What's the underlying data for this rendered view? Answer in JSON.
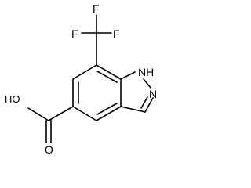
{
  "molecule": {
    "atoms": {
      "f_top": "F",
      "f_left": "F",
      "f_right": "F",
      "nh": "NH",
      "n": "N",
      "oh": "HO",
      "o": "O"
    },
    "colors": {
      "bond": "#000000",
      "label": "#000000",
      "background": "#ffffff"
    }
  }
}
